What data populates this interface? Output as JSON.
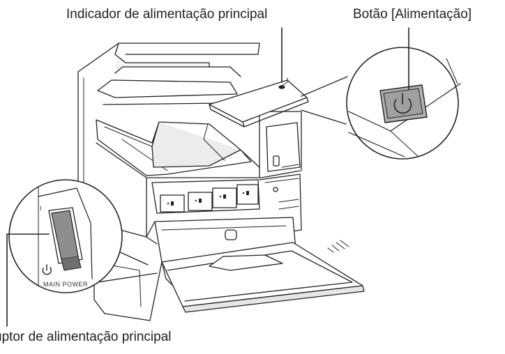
{
  "labels": {
    "main_power_indicator": "Indicador de alimentação principal",
    "power_button": "Botão [Alimentação]",
    "main_power_switch": "uptor de alimentação principal"
  },
  "switch_panel": {
    "marking_on": "I",
    "main_power_text": "MAIN POWER"
  },
  "icons": {
    "power_symbol": "power-icon"
  },
  "colors": {
    "line": "#222222",
    "shade": "#bdbdbd",
    "button_face": "#a9a9a9",
    "switch_face": "#8c8c8c"
  }
}
